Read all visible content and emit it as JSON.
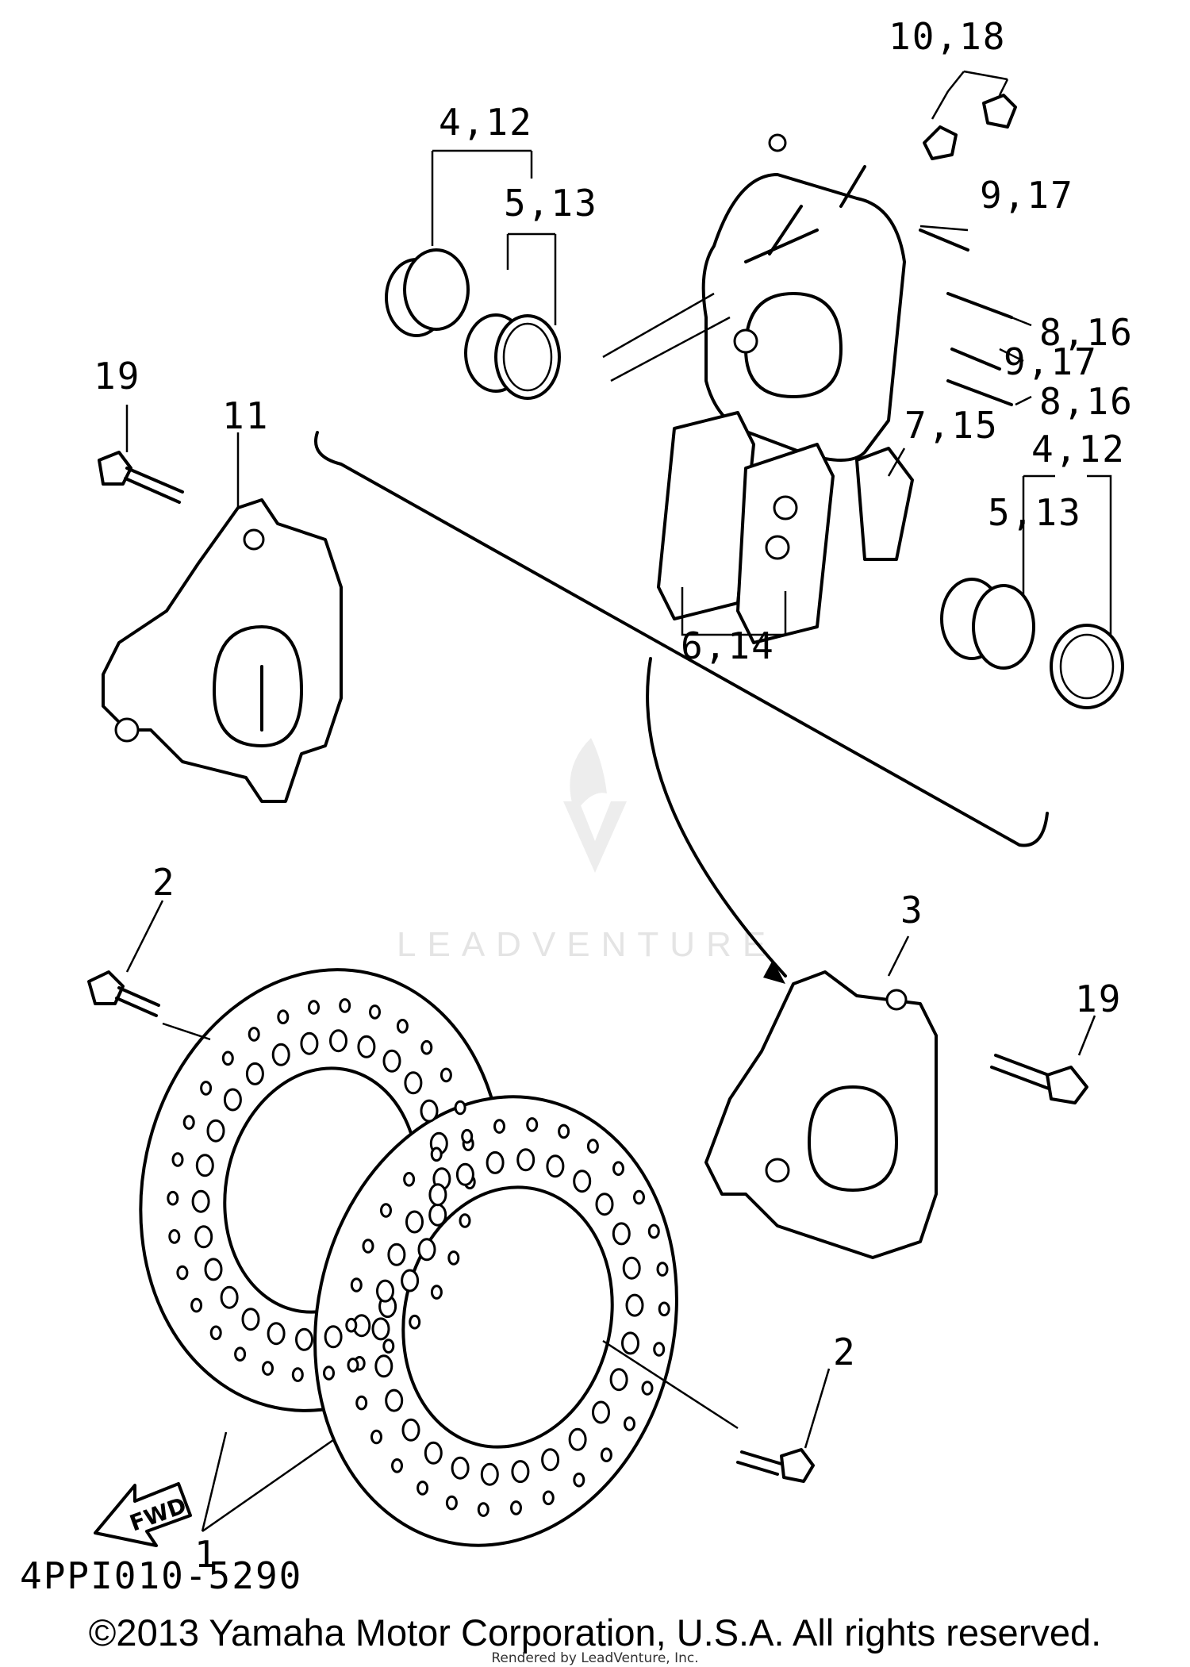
{
  "callouts": {
    "c1018": "10,18",
    "c412_top": "4,12",
    "c513_top": "5,13",
    "c917_top": "9,17",
    "c816_top": "8,16",
    "c917_mid": "9,17",
    "c816_mid": "8,16",
    "c715": "7,15",
    "c412_right": "4,12",
    "c513_right": "5,13",
    "c614": "6,14",
    "c19_left": "19",
    "c11": "11",
    "c3": "3",
    "c19_right": "19",
    "c2_left": "2",
    "c2_right": "2",
    "c1": "1"
  },
  "fwd_label": "FWD",
  "diagram_code": "4PPI010-5290",
  "watermark": "LEADVENTURE",
  "copyright": "©2013 Yamaha Motor Corporation, U.S.A. All rights reserved.",
  "rendered_by": "Rendered by LeadVenture, Inc."
}
